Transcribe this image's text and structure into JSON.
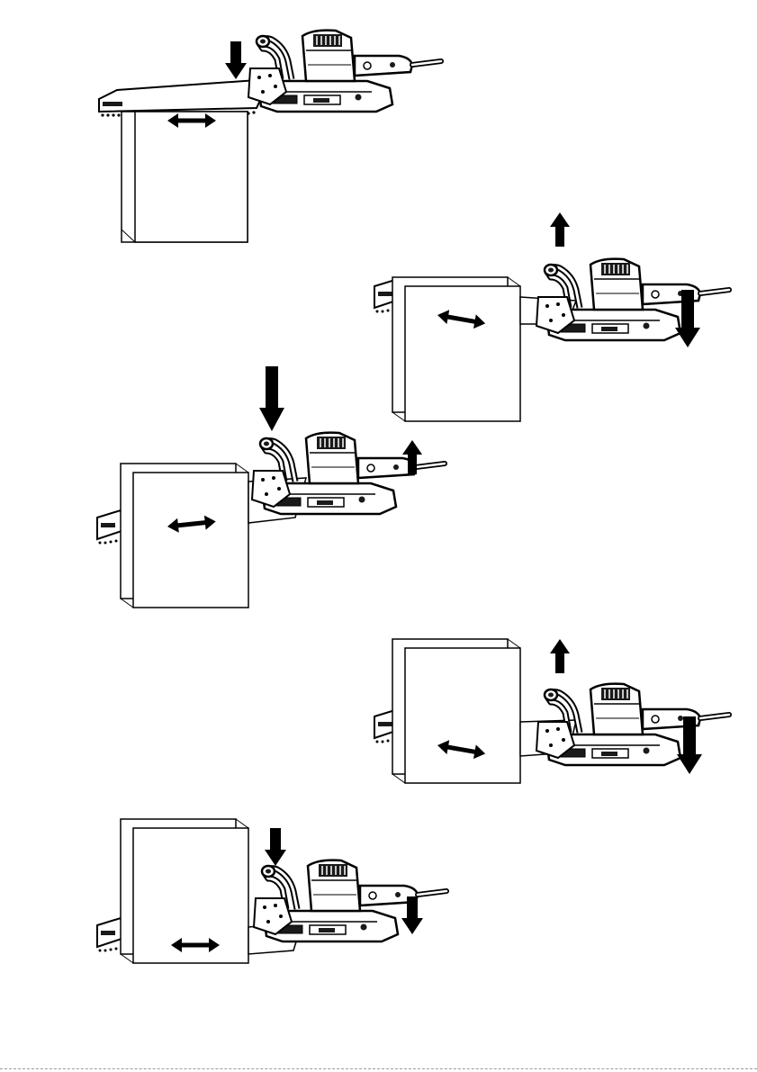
{
  "figure": {
    "steps": [
      {
        "id": "step-1",
        "label": "",
        "arrows": [
          "down",
          "horizontal"
        ],
        "blade_inserted": false
      },
      {
        "id": "step-2",
        "label": "",
        "arrows": [
          "up",
          "down",
          "horizontal"
        ],
        "blade_inserted": true
      },
      {
        "id": "step-3",
        "label": "",
        "arrows": [
          "down",
          "up",
          "horizontal"
        ],
        "blade_inserted": true
      },
      {
        "id": "step-4",
        "label": "",
        "arrows": [
          "up",
          "down",
          "horizontal"
        ],
        "blade_inserted": true
      },
      {
        "id": "step-5",
        "label": "",
        "arrows": [
          "down",
          "down",
          "horizontal"
        ],
        "blade_inserted": true
      }
    ],
    "colors": {
      "ink": "#000000",
      "paper": "#ffffff",
      "fill_light": "#f2f2f2",
      "fill_dark": "#1a1a1a"
    },
    "icons": [
      "hand-saw-tool-icon",
      "arrow-up-icon",
      "arrow-down-icon",
      "double-arrow-icon"
    ]
  }
}
